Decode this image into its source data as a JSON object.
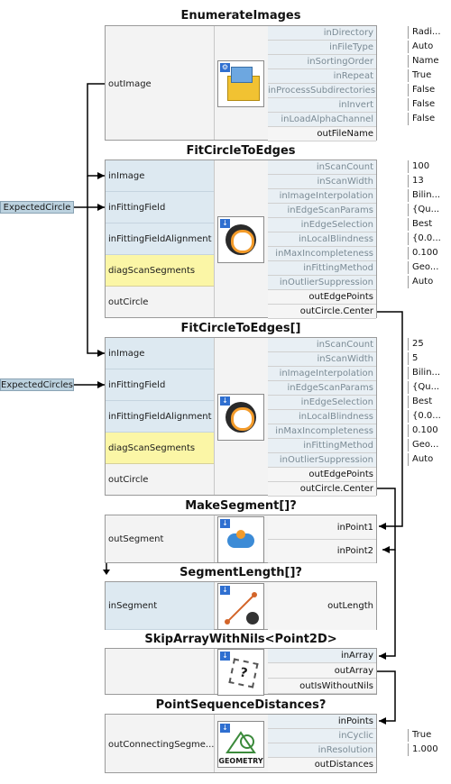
{
  "colors": {
    "input_port": "#dde9f1",
    "diag_port": "#fbf6a6",
    "wire": "#000000",
    "panel": "#f3f3f3"
  },
  "externals": {
    "expected_circle": "ExpectedCircle",
    "expected_circles": "ExpectedCircles"
  },
  "nodes": {
    "enumerate": {
      "title": "EnumerateImages",
      "left_port": "outImage",
      "inputs": [
        "inDirectory",
        "inFileType",
        "inSortingOrder",
        "inRepeat",
        "inProcessSubdirectories",
        "inInvert",
        "inLoadAlphaChannel"
      ],
      "outputs": [
        "outFileName"
      ],
      "values": [
        "Radi...",
        "Auto",
        "Name",
        "True",
        "False",
        "False",
        "False"
      ],
      "icon": "folder-images-icon"
    },
    "fit": {
      "title": "FitCircleToEdges",
      "left_ports": [
        "inImage",
        "inFittingField",
        "inFittingFieldAlignment",
        "diagScanSegments",
        "outCircle"
      ],
      "inputs": [
        "inScanCount",
        "inScanWidth",
        "inImageInterpolation",
        "inEdgeScanParams",
        "inEdgeSelection",
        "inLocalBlindness",
        "inMaxIncompleteness",
        "inFittingMethod",
        "inOutlierSuppression"
      ],
      "outputs": [
        "outEdgePoints",
        "outCircle.Center"
      ],
      "values": [
        "100",
        "13",
        "Bilin...",
        "{Qu...",
        "Best",
        "{0.0...",
        "0.100",
        "Geo...",
        "Auto"
      ]
    },
    "fit_array": {
      "title": "FitCircleToEdges[]",
      "left_ports": [
        "inImage",
        "inFittingField",
        "inFittingFieldAlignment",
        "diagScanSegments",
        "outCircle"
      ],
      "inputs": [
        "inScanCount",
        "inScanWidth",
        "inImageInterpolation",
        "inEdgeScanParams",
        "inEdgeSelection",
        "inLocalBlindness",
        "inMaxIncompleteness",
        "inFittingMethod",
        "inOutlierSuppression"
      ],
      "outputs": [
        "outEdgePoints",
        "outCircle.Center"
      ],
      "values": [
        "25",
        "5",
        "Bilin...",
        "{Qu...",
        "Best",
        "{0.0...",
        "0.100",
        "Geo...",
        "Auto"
      ]
    },
    "make_segment": {
      "title": "MakeSegment[]?",
      "left_port": "outSegment",
      "outputs": [
        "inPoint1",
        "inPoint2"
      ]
    },
    "segment_length": {
      "title": "SegmentLength[]?",
      "left_port": "inSegment",
      "outputs": [
        "outLength"
      ]
    },
    "skip": {
      "title": "SkipArrayWithNils<Point2D>",
      "outputs": [
        "inArray",
        "outArray",
        "outIsWithoutNils"
      ]
    },
    "psd": {
      "title": "PointSequenceDistances?",
      "left_port": "outConnectingSegme...",
      "inputs_active": [
        "inPoints"
      ],
      "inputs": [
        "inCyclic",
        "inResolution"
      ],
      "outputs": [
        "outDistances"
      ],
      "values": [
        "True",
        "1.000"
      ],
      "icon_caption": "GEOMETRY"
    }
  }
}
